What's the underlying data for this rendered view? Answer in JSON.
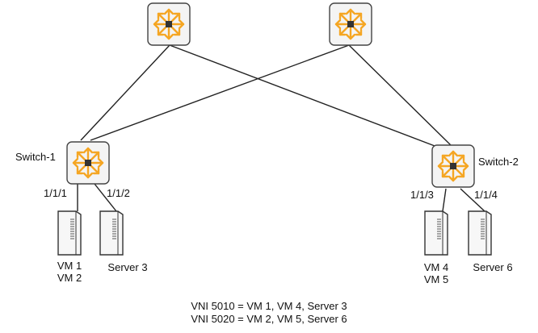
{
  "colors": {
    "switch_icon": "#f5a623",
    "switch_box_fill": "#f4f4f4",
    "switch_box_border": "#444444",
    "link": "#222222",
    "server_fill": "#f7f7f7",
    "server_stroke": "#333333"
  },
  "icons": {
    "switch": "switch-arrows-icon",
    "server": "server-tower-icon"
  },
  "switches": [
    {
      "id": "spine-1",
      "label": ""
    },
    {
      "id": "spine-2",
      "label": ""
    },
    {
      "id": "leaf-1",
      "label": "Switch-1"
    },
    {
      "id": "leaf-2",
      "label": "Switch-2"
    }
  ],
  "ports": {
    "sw1_left": "1/1/1",
    "sw1_right": "1/1/2",
    "sw2_left": "1/1/3",
    "sw2_right": "1/1/4"
  },
  "servers": [
    {
      "lines": [
        "VM 1",
        "VM 2"
      ]
    },
    {
      "lines": [
        "Server 3"
      ]
    },
    {
      "lines": [
        "VM 4",
        "VM 5"
      ]
    },
    {
      "lines": [
        "Server 6"
      ]
    }
  ],
  "legend": [
    "VNI 5010 = VM 1, VM 4, Server 3",
    "VNI 5020 = VM 2, VM 5, Server 6"
  ]
}
